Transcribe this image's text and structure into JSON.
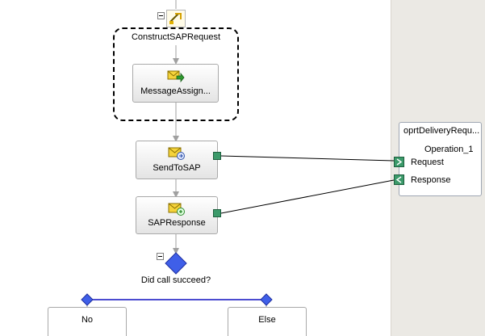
{
  "orchestration": {
    "construct_shape": {
      "label": "ConstructSAPRequest"
    },
    "message_assign_shape": {
      "label": "MessageAssign..."
    },
    "send_shape": {
      "label": "SendToSAP"
    },
    "receive_shape": {
      "label": "SAPResponse"
    },
    "decide_shape": {
      "label": "Did call succeed?"
    },
    "branches": [
      {
        "label": "No"
      },
      {
        "label": "Else"
      }
    ]
  },
  "port": {
    "name": "oprtDeliveryRequ...",
    "operation": "Operation_1",
    "request_label": "Request",
    "response_label": "Response"
  },
  "colors": {
    "port_green": "#3c9a6a",
    "decide_blue": "#3f5fe8",
    "branch_line": "#1010c0",
    "connector_gray": "#a0a0a0"
  }
}
